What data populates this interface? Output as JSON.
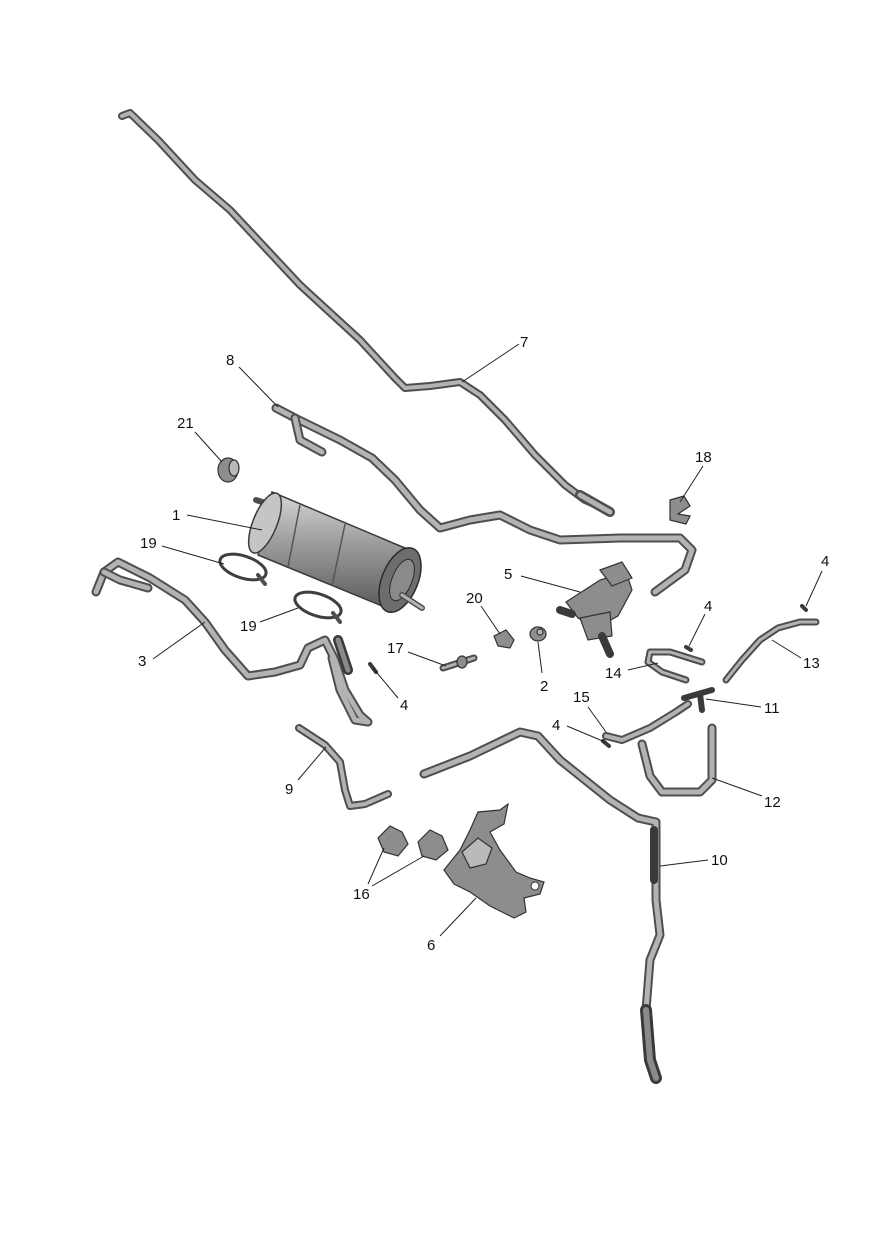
{
  "callouts": {
    "c1": "1",
    "c2": "2",
    "c3": "3",
    "c4a": "4",
    "c4b": "4",
    "c4c": "4",
    "c4d": "4",
    "c5": "5",
    "c6": "6",
    "c7": "7",
    "c8": "8",
    "c9": "9",
    "c10": "10",
    "c11": "11",
    "c12": "12",
    "c13": "13",
    "c14": "14",
    "c15": "15",
    "c16": "16",
    "c17": "17",
    "c18": "18",
    "c19a": "19",
    "c19b": "19",
    "c20": "20",
    "c21": "21"
  },
  "colors": {
    "background": "#ffffff",
    "part_outline": "#4e4e4e",
    "part_highlight": "#b3b3b3",
    "leader_line": "#222222"
  }
}
